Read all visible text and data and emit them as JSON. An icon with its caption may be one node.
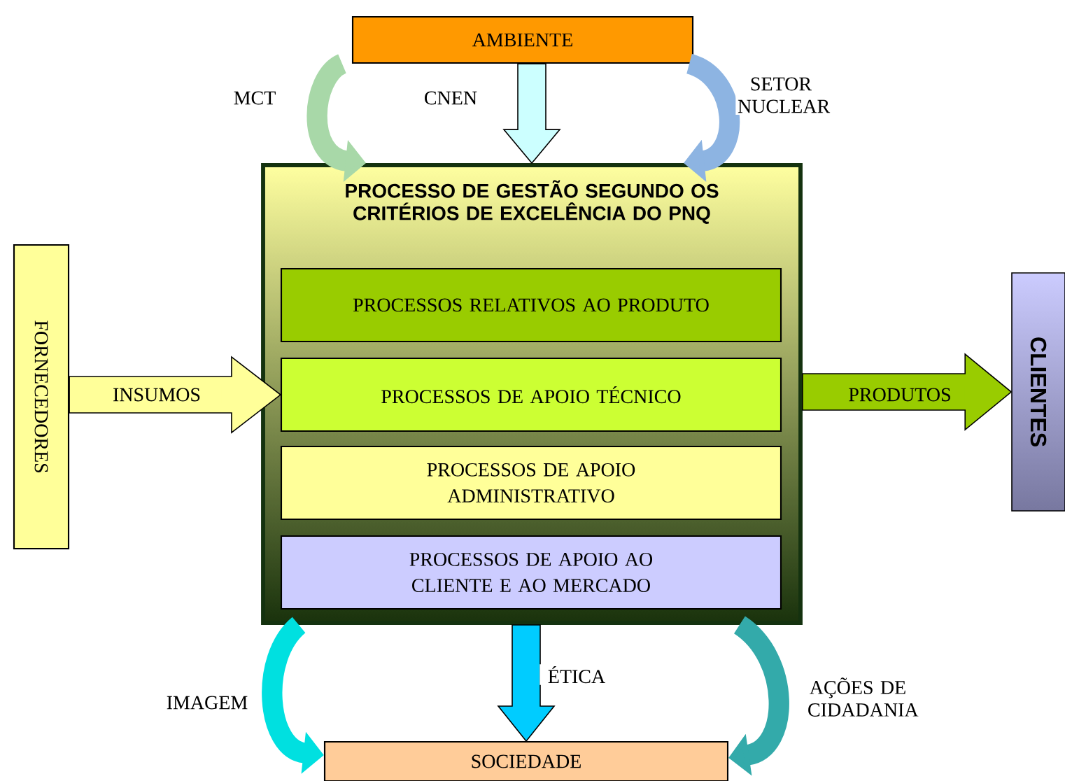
{
  "diagram": {
    "nodes": [
      {
        "text": [
          "AMBIENTE"
        ]
      },
      {
        "text": [
          "PROCESSO DE GESTÃO SEGUNDO OS CRITÉRIOS DE EXCELÊNCIA DO PNQ"
        ]
      },
      {
        "text": [
          "PROCESSOS RELATIVOS AO PRODUTO"
        ],
        "in": 1
      },
      {
        "text": [
          "PROCESSOS DE APOIO TÉCNICO"
        ],
        "in": 1
      },
      {
        "text": [
          "PROCESSOS DE APOIO ADMINISTRATIVO"
        ],
        "in": 1
      },
      {
        "text": [
          "PROCESSOS DE APOIO AO CLIENTE E AO MERCADO"
        ],
        "in": 1
      },
      {
        "text": [
          "FORNECEDORES"
        ]
      },
      {
        "text": [
          "CLIENTES"
        ]
      },
      {
        "text": [
          "SOCIEDADE"
        ]
      }
    ],
    "edges": [
      {
        "from": 0,
        "to": 1,
        "arrow": "to",
        "label": "MCT",
        "color": "#a8d8a8"
      },
      {
        "from": 0,
        "to": 1,
        "arrow": "to",
        "label": "CNEN",
        "color": "#ccffff"
      },
      {
        "from": 0,
        "to": 1,
        "arrow": "to",
        "label": "SETOR NUCLEAR",
        "color": "#8db4e2"
      },
      {
        "from": 6,
        "to": 3,
        "arrow": "to",
        "label": "INSUMOS",
        "color": "#ffff99"
      },
      {
        "from": 1,
        "to": 7,
        "arrow": "to",
        "label": "PRODUTOS",
        "color": "#99cc00"
      },
      {
        "from": 1,
        "to": 8,
        "arrow": "to",
        "label": "IMAGEM",
        "color": "#00e0e0"
      },
      {
        "from": 1,
        "to": 8,
        "arrow": "to",
        "label": "ÉTICA",
        "color": "#00ccff"
      },
      {
        "from": 1,
        "to": 8,
        "arrow": "to",
        "label": "AÇÕES DE CIDADANIA",
        "color": "#33aaaa"
      }
    ]
  }
}
